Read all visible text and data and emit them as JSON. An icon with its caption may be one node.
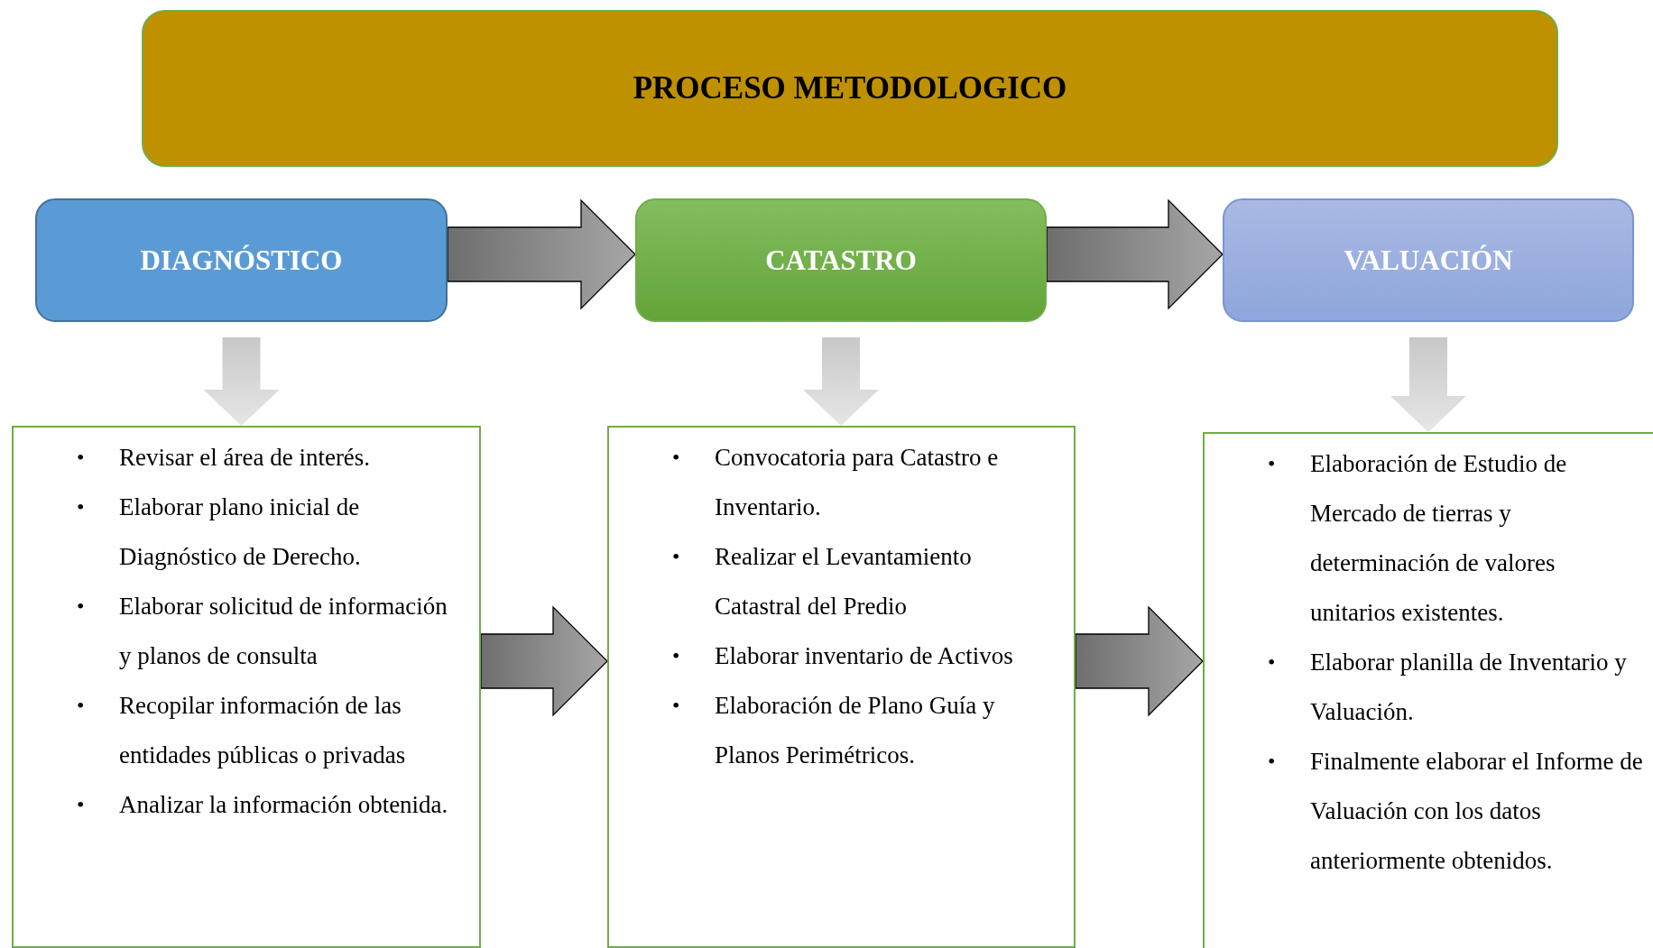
{
  "diagram": {
    "nodes": [
      {
        "text": [
          "PROCESO METODOLOGICO"
        ]
      },
      {
        "text": [
          "DIAGNÓSTICO"
        ]
      },
      {
        "text": [
          "CATASTRO"
        ]
      },
      {
        "text": [
          "VALUACIÓN"
        ]
      },
      {
        "text": [
          "•",
          "Revisar el área de interés.",
          "•",
          "Elaborar plano inicial de Diagnóstico de Derecho.",
          "•",
          "Elaborar solicitud de información y planos de consulta",
          "•",
          "Recopilar información de las entidades públicas o privadas",
          "•",
          "Analizar la información obtenida."
        ]
      },
      {
        "text": [
          "•",
          "Convocatoria para Catastro e Inventario.",
          "•",
          "Realizar el Levantamiento Catastral del Predio",
          "•",
          "Elaborar inventario de Activos",
          "•",
          "Elaboración de Plano Guía y Planos Perimétricos."
        ]
      },
      {
        "text": [
          "•",
          "Elaboración de Estudio de Mercado de tierras y determinación de valores unitarios existentes.",
          "•",
          "Elaborar planilla de Inventario y Valuación.",
          "•",
          "Finalmente elaborar el Informe de Valuación con los datos anteriormente obtenidos."
        ]
      }
    ],
    "edges": [
      {
        "from": 1,
        "to": 2,
        "arrow": "to"
      },
      {
        "from": 2,
        "to": 3,
        "arrow": "to"
      },
      {
        "from": 1,
        "to": 4,
        "arrow": "to",
        "color": "#c8c8c8"
      },
      {
        "from": 2,
        "to": 5,
        "arrow": "to",
        "color": "#c8c8c8"
      },
      {
        "from": 3,
        "to": 6,
        "arrow": "to",
        "color": "#c8c8c8"
      },
      {
        "from": 4,
        "to": 5,
        "arrow": "to"
      },
      {
        "from": 5,
        "to": 6,
        "arrow": "to"
      }
    ]
  }
}
